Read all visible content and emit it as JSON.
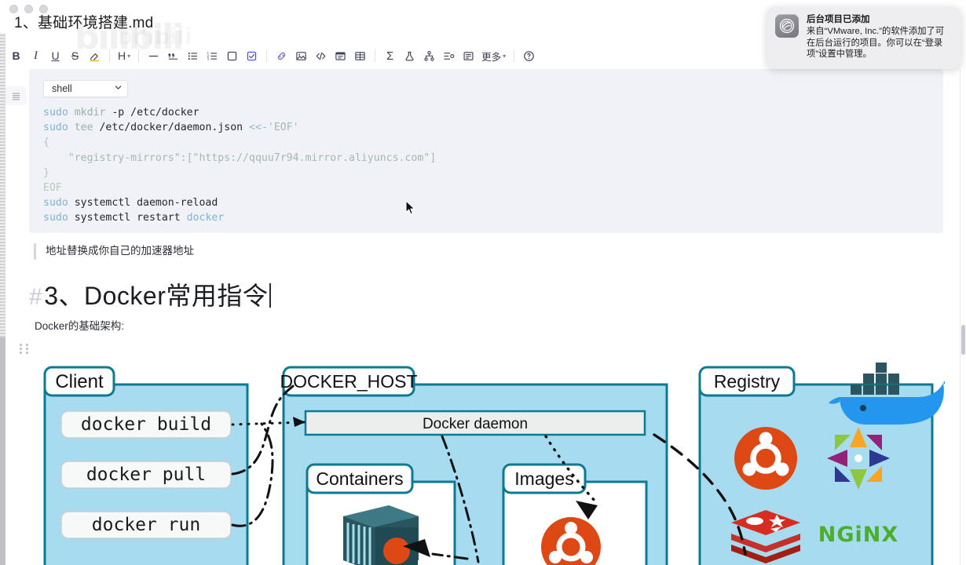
{
  "window": {
    "title": "1、基础环境搭建.md",
    "watermark": "bilibili",
    "traffic_lights": [
      "close",
      "minimize",
      "zoom"
    ]
  },
  "toolbar": {
    "items": [
      {
        "name": "bold",
        "glyph": "B"
      },
      {
        "name": "italic",
        "glyph": "I"
      },
      {
        "name": "underline",
        "glyph": "U"
      },
      {
        "name": "strikethrough",
        "glyph": "S"
      },
      {
        "name": "highlight",
        "glyph": "highlighter"
      },
      {
        "name": "heading",
        "glyph": "H"
      },
      {
        "name": "horizontal-rule",
        "glyph": "—"
      },
      {
        "name": "blockquote",
        "glyph": "quote"
      },
      {
        "name": "bullet-list",
        "glyph": "list-ul"
      },
      {
        "name": "ordered-list",
        "glyph": "list-ol"
      },
      {
        "name": "checkbox-empty",
        "glyph": "square"
      },
      {
        "name": "checkbox-checked",
        "glyph": "square-check"
      },
      {
        "name": "link",
        "glyph": "link"
      },
      {
        "name": "image",
        "glyph": "picture"
      },
      {
        "name": "code",
        "glyph": "code"
      },
      {
        "name": "video",
        "glyph": "video"
      },
      {
        "name": "table",
        "glyph": "table"
      },
      {
        "name": "formula",
        "glyph": "sigma"
      },
      {
        "name": "experiment",
        "glyph": "flask"
      },
      {
        "name": "flowchart",
        "glyph": "sitemap"
      },
      {
        "name": "outline",
        "glyph": "list-settings"
      },
      {
        "name": "card",
        "glyph": "card"
      }
    ],
    "more_label": "更多",
    "help_label": "?"
  },
  "content": {
    "code_block": {
      "language": "shell",
      "lines": [
        [
          {
            "t": "sudo",
            "c": "kw"
          },
          {
            "t": " ",
            "c": ""
          },
          {
            "t": "mkdir",
            "c": "cmd"
          },
          {
            "t": " -p /etc/docker",
            "c": ""
          }
        ],
        [
          {
            "t": "sudo",
            "c": "kw"
          },
          {
            "t": " ",
            "c": ""
          },
          {
            "t": "tee",
            "c": "cmd"
          },
          {
            "t": " /etc/docker/daemon.json ",
            "c": ""
          },
          {
            "t": "<<-",
            "c": "op"
          },
          {
            "t": "'EOF'",
            "c": "str"
          }
        ],
        [
          {
            "t": "{",
            "c": "punc"
          }
        ],
        [
          {
            "t": "    \"registry-mirrors\":[\"https://qquu7r94.mirror.aliyuncs.com\"]",
            "c": "str"
          }
        ],
        [
          {
            "t": "}",
            "c": "punc"
          }
        ],
        [
          {
            "t": "EOF",
            "c": "eof"
          }
        ],
        [
          {
            "t": "sudo",
            "c": "kw"
          },
          {
            "t": " systemctl daemon-reload",
            "c": ""
          }
        ],
        [
          {
            "t": "sudo",
            "c": "kw"
          },
          {
            "t": " systemctl restart ",
            "c": ""
          },
          {
            "t": "docker",
            "c": "kw"
          }
        ]
      ]
    },
    "quote_text": "地址替换成你自己的加速器地址",
    "heading": {
      "hash": "#",
      "text": "3、Docker常用指令"
    },
    "paragraph": "Docker的基础架构:"
  },
  "diagram": {
    "client": {
      "title": "Client",
      "commands": [
        "docker build",
        "docker pull",
        "docker run"
      ]
    },
    "docker_host": {
      "title": "DOCKER_HOST",
      "daemon_label": "Docker daemon",
      "containers_label": "Containers",
      "images_label": "Images"
    },
    "registry": {
      "title": "Registry",
      "logos": [
        "ubuntu",
        "centos",
        "redis",
        "nginx"
      ],
      "nginx_label": "NGINX"
    },
    "colors": {
      "panel_fill": "#a7dcf0",
      "panel_border": "#0c7a91",
      "box_fill": "#f7f8f8",
      "daemon_fill": "#eceeee",
      "ubuntu_red": "#dd4814",
      "redis_red": "#c6302b",
      "nginx_green": "#4caf2b",
      "docker_blue": "#2496ed"
    }
  },
  "notification": {
    "icon": "vmware-app-icon",
    "title": "后台项目已添加",
    "text": "来自“VMware, Inc.”的软件添加了可在后台运行的项目。你可以在“登录项”设置中管理。"
  },
  "scrollbar": {
    "name": "vertical-scrollbar"
  }
}
